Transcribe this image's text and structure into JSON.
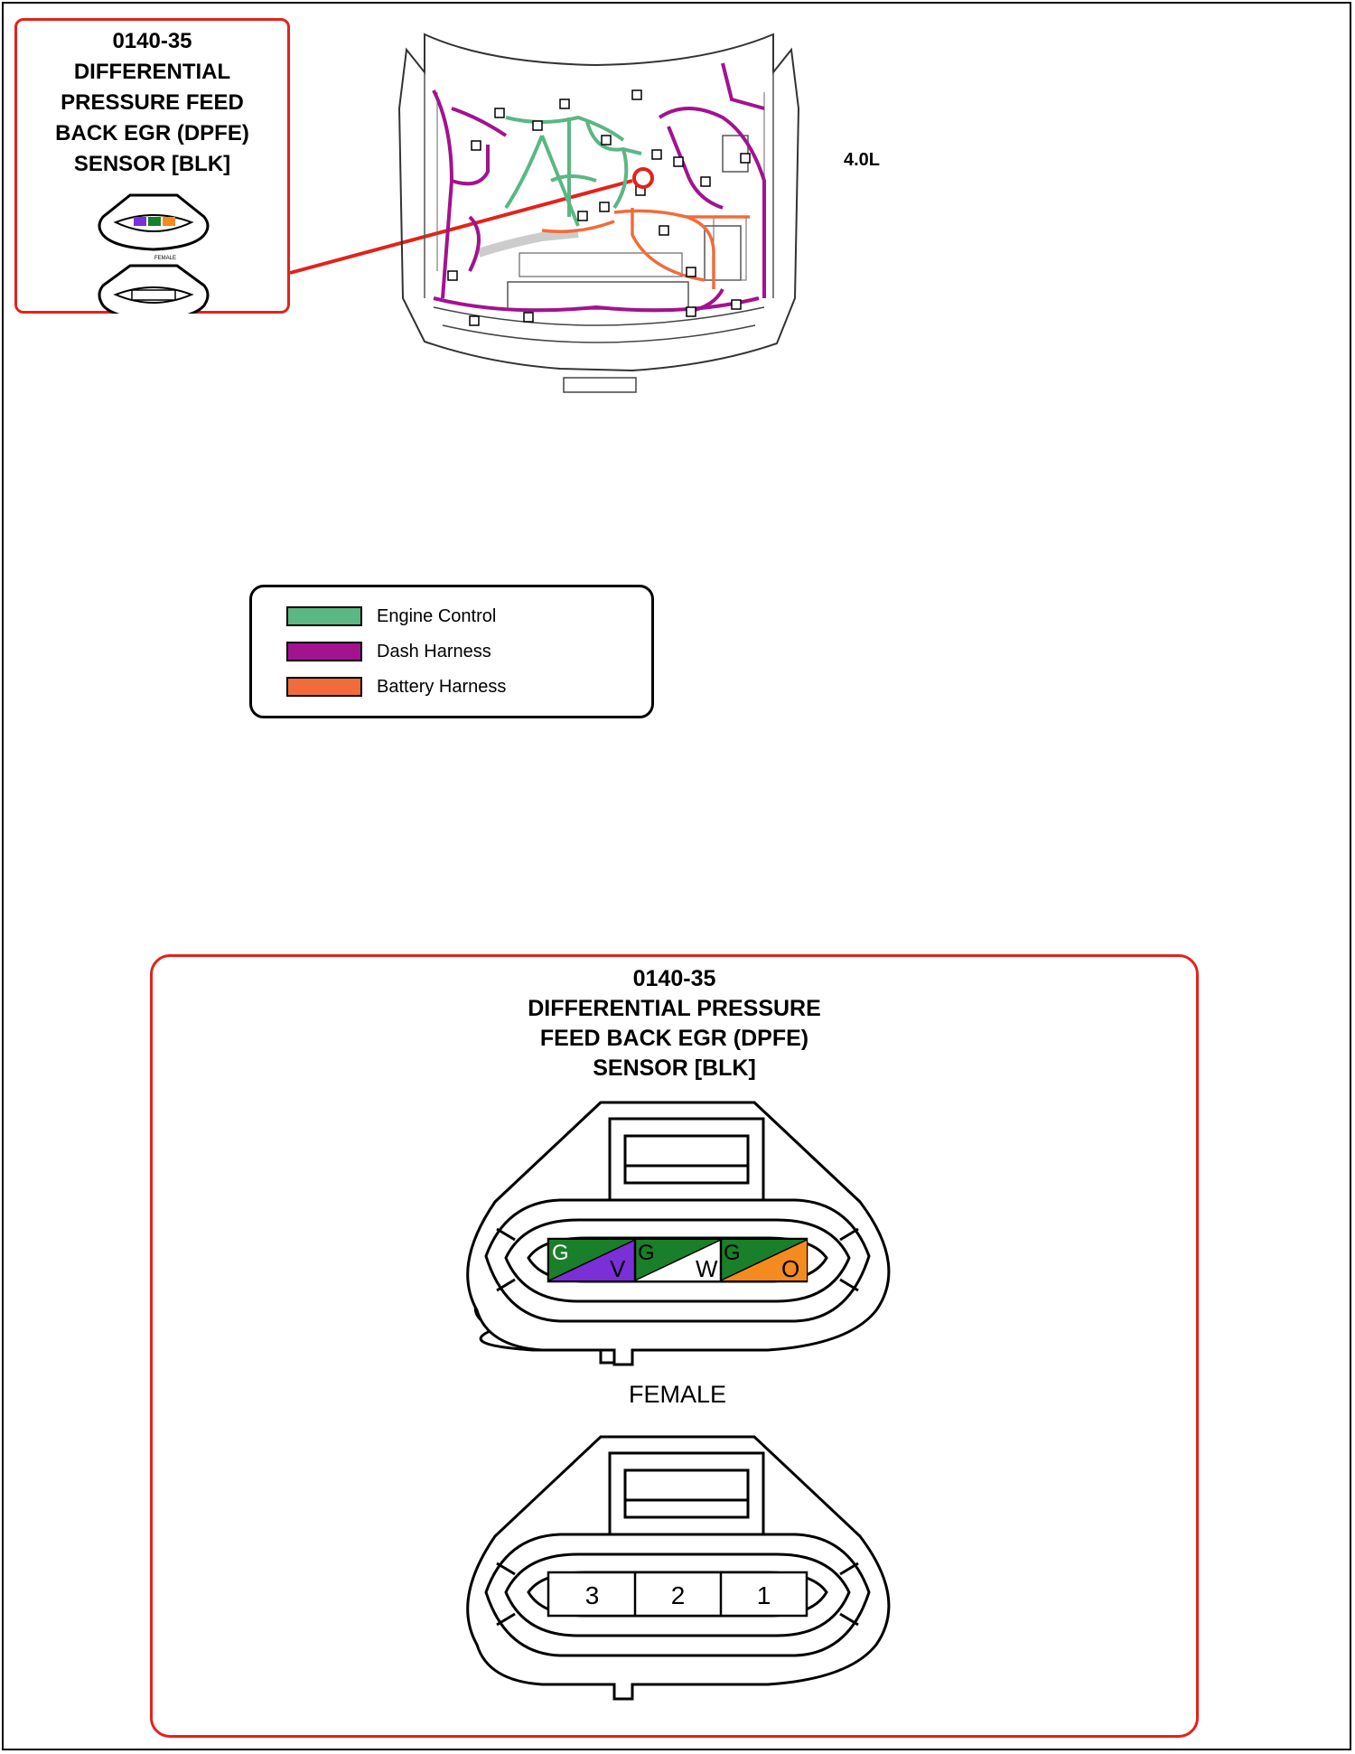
{
  "connector": {
    "id": "0140-35",
    "title_lines": [
      "DIFFERENTIAL",
      "PRESSURE FEED",
      "BACK EGR (DPFE)",
      "SENSOR [BLK]"
    ],
    "title_lines_large": [
      "DIFFERENTIAL PRESSURE",
      "FEED BACK EGR (DPFE)",
      "SENSOR [BLK]"
    ],
    "gender": "FEMALE"
  },
  "engine_label": "4.0L",
  "legend": [
    {
      "label": "Engine Control",
      "color": "#5bb784"
    },
    {
      "label": "Dash Harness",
      "color": "#a3128f"
    },
    {
      "label": "Battery Harness",
      "color": "#f26b3a"
    }
  ],
  "pins": [
    {
      "number": "3",
      "wire": {
        "base": "G",
        "stripe": "V"
      },
      "base_color": "#1a7f2a",
      "stripe_color": "#7b2fd6"
    },
    {
      "number": "2",
      "wire": {
        "base": "G",
        "stripe": "W"
      },
      "base_color": "#1a7f2a",
      "stripe_color": "#ffffff"
    },
    {
      "number": "1",
      "wire": {
        "base": "G",
        "stripe": "O"
      },
      "base_color": "#1a7f2a",
      "stripe_color": "#f58a1f"
    }
  ],
  "colors": {
    "callout": "#e2231a",
    "engine_control": "#5bb784",
    "dash_harness": "#a3128f",
    "battery_harness": "#f26b3a"
  }
}
